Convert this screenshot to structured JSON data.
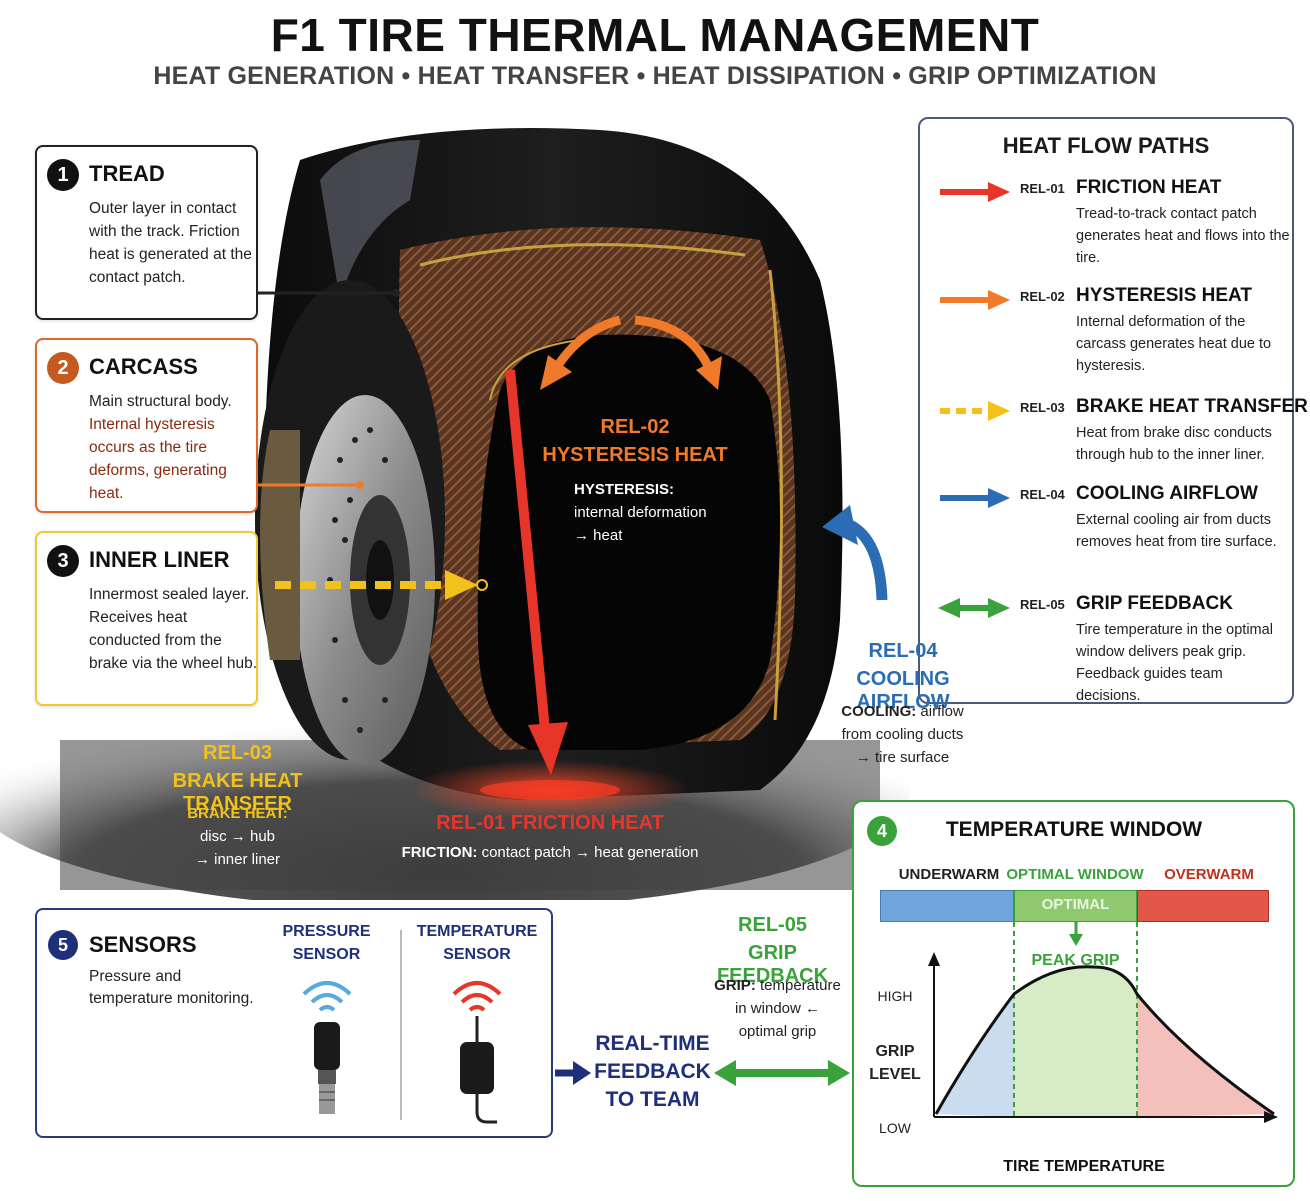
{
  "header": {
    "title": "F1 TIRE THERMAL MANAGEMENT",
    "subtitle": "HEAT GENERATION • HEAT TRANSFER • HEAT DISSIPATION • GRIP OPTIMIZATION"
  },
  "colors": {
    "friction": "#e8352a",
    "hysteresis": "#ee7a2a",
    "brake": "#f2c21b",
    "cooling": "#2a6db5",
    "grip": "#3aa23a",
    "sensors": "#1f2f7a"
  },
  "cards": {
    "tread": {
      "num": "1",
      "title": "TREAD",
      "body": "Outer layer in contact with the track. Friction heat is generated at the contact patch."
    },
    "carcass": {
      "num": "2",
      "title": "CARCASS",
      "body_line1": "Main structural body.",
      "body_rest": "Internal hysteresis occurs as the tire deforms, generating heat."
    },
    "inner_liner": {
      "num": "3",
      "title": "INNER LINER",
      "body": "Innermost sealed layer. Receives heat conducted from the brake via the wheel hub."
    }
  },
  "heat_flow": {
    "title": "HEAT FLOW PATHS",
    "items": [
      {
        "code": "REL-01",
        "name": "FRICTION HEAT",
        "desc": "Tread-to-track contact patch generates heat and flows into the tire."
      },
      {
        "code": "REL-02",
        "name": "HYSTERESIS HEAT",
        "desc": "Internal deformation of the carcass generates heat due to hysteresis."
      },
      {
        "code": "REL-03",
        "name": "BRAKE HEAT TRANSFER",
        "desc": "Heat from brake disc conducts through hub to the inner liner."
      },
      {
        "code": "REL-04",
        "name": "COOLING AIRFLOW",
        "desc": "External cooling air from ducts removes heat from tire surface."
      },
      {
        "code": "REL-05",
        "name": "GRIP FEEDBACK",
        "desc": "Tire temperature in the optimal window delivers peak grip. Feedback guides team decisions."
      }
    ]
  },
  "annotations": {
    "rel02": {
      "code": "REL-02",
      "name": "HYSTERESIS HEAT",
      "label": "HYSTERESIS:",
      "text1": "internal deformation",
      "text2": "→ heat"
    },
    "rel04": {
      "code": "REL-04",
      "name": "COOLING AIRFLOW",
      "label": "COOLING:",
      "text1": "airflow",
      "text2": "from cooling ducts",
      "text3": "→ tire surface"
    },
    "rel03": {
      "code": "REL-03",
      "name": "BRAKE HEAT TRANSFER",
      "label": "BRAKE HEAT:",
      "text1": "disc → hub",
      "text2": "→ inner liner"
    },
    "rel01": {
      "name": "REL-01 FRICTION HEAT",
      "label": "FRICTION:",
      "text1": "contact patch → heat generation"
    },
    "rel05": {
      "code": "REL-05",
      "name": "GRIP FEEDBACK",
      "label": "GRIP:",
      "text1": "temperature",
      "text2": "in window ←",
      "text3": "optimal grip"
    }
  },
  "temperature_window": {
    "num": "4",
    "title": "TEMPERATURE WINDOW",
    "underwarm": "UNDERWARM",
    "optimal": "OPTIMAL WINDOW",
    "overwarm": "OVERWARM",
    "bar_text": "OPTIMAL",
    "peak": "PEAK GRIP",
    "y_high": "HIGH",
    "y_label1": "GRIP",
    "y_label2": "LEVEL",
    "y_low": "LOW",
    "x_label": "TIRE TEMPERATURE"
  },
  "sensors": {
    "num": "5",
    "title": "SENSORS",
    "body": "Pressure and temperature monitoring.",
    "pressure1": "PRESSURE",
    "pressure2": "SENSOR",
    "temp1": "TEMPERATURE",
    "temp2": "SENSOR"
  },
  "feedback": {
    "line1": "REAL-TIME",
    "line2": "FEEDBACK",
    "line3": "TO TEAM"
  }
}
